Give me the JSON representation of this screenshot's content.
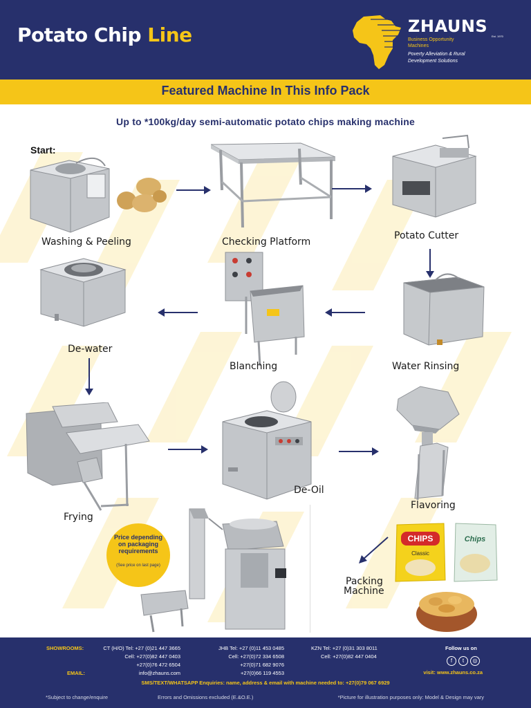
{
  "header": {
    "title_main": "Potato Chip ",
    "title_accent": "Line"
  },
  "brand": {
    "name": "ZHAUNS",
    "est": "Est. 1970",
    "tagline": "Business Opportunity Machines",
    "subtitle": "Poverty Alleviation & Rural Development Solutions"
  },
  "featured": "Featured Machine In This Info Pack",
  "subtitle": "Up to *100kg/day  semi-automatic  potato chips making machine",
  "start_label": "Start:",
  "steps": {
    "washing": "Washing & Peeling",
    "checking": "Checking Platform",
    "cutter": "Potato Cutter",
    "rinsing": "Water Rinsing",
    "blanching": "Blanching",
    "dewater": "De-water",
    "frying": "Frying",
    "deoil": "De-Oil",
    "flavoring": "Flavoring",
    "packing_1": "Packing",
    "packing_2": "Machine"
  },
  "price_badge": {
    "main": "Price depending on packaging requirements",
    "note": "(See price on last page)"
  },
  "packets": {
    "pack1": "CHIPS",
    "pack1_sub": "Classic",
    "pack2": "Chips"
  },
  "footer": {
    "showrooms_label": "SHOWROOMS:",
    "ct_line": "CT (H/O) Tel: +27 (0)21 447 3665",
    "ct_cell1": "Cell: +27(0)82 447 0403",
    "ct_cell2": "+27(0)76 472 6504",
    "email_label": "EMAIL:",
    "email": "info@zhauns.com",
    "jhb_line": "JHB Tel: +27 (0)11 453 0485",
    "jhb_cell1": "Cell: +27(0)72 334 6508",
    "jhb_cell2": "+27(0)71 682 9076",
    "jhb_cell3": "+27(0)66 119 4553",
    "kzn_line": "KZN Tel: +27 (0)31 303 8011",
    "kzn_cell": "Cell: +27(0)82 447 0404",
    "follow": "Follow us on",
    "visit": "visit: www.zhauns.co.za",
    "sms": "SMS/TEXT/WHATSAPP Enquiries: name, address & email with machine needed to: +27(0)79 067 6929",
    "disclaimer1": "*Subject to change/enquire",
    "disclaimer2": "Errors and Omissions excluded (E.&O.E.)",
    "disclaimer3": "*Picture for illustration purposes only: Model & Design may vary",
    "social_icons": [
      "facebook-icon",
      "twitter-icon",
      "instagram-icon"
    ]
  },
  "colors": {
    "navy": "#27306c",
    "yellow": "#f5c518",
    "steel": "#b9bcc0"
  }
}
